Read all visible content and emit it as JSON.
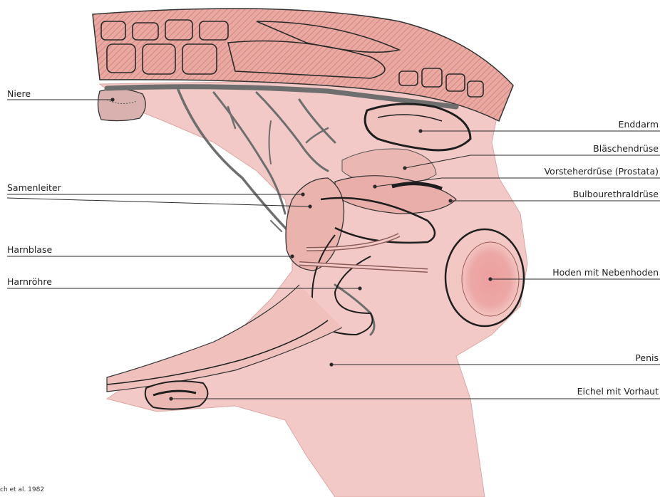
{
  "labels_left": [
    {
      "id": "niere",
      "text": "Niere"
    },
    {
      "id": "samenleiter",
      "text": "Samenleiter"
    },
    {
      "id": "harnblase",
      "text": "Harnblase"
    },
    {
      "id": "harnroehre",
      "text": "Harnröhre"
    }
  ],
  "labels_right": [
    {
      "id": "enddarm",
      "text": "Enddarm"
    },
    {
      "id": "blaeschendruese",
      "text": "Bläschendrüse"
    },
    {
      "id": "prostata",
      "text": "Vorsteherdrüse (Prostata)"
    },
    {
      "id": "bulbourethral",
      "text": "Bulbourethraldrüse"
    },
    {
      "id": "hoden",
      "text": "Hoden mit Nebenhoden"
    },
    {
      "id": "penis",
      "text": "Penis"
    },
    {
      "id": "eichel",
      "text": "Eichel mit Vorhaut"
    }
  ],
  "credit": "ch et al. 1982",
  "colors": {
    "tissue": "#f2c9c6",
    "tissue_dark": "#e7a9a5",
    "muscle": "#e9a8a1",
    "vessel": "#6e6e6e",
    "outline": "#1e1e1e"
  }
}
